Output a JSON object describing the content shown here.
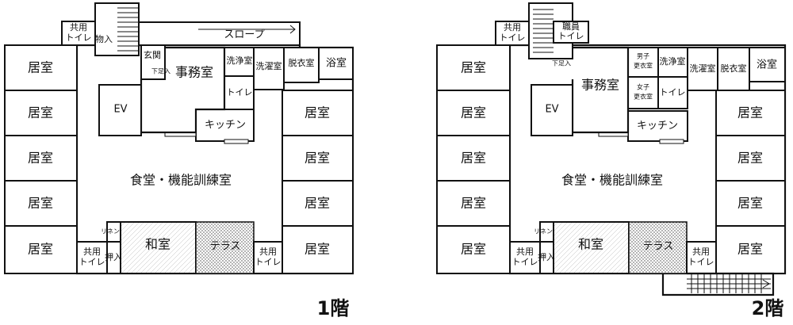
{
  "floor1": {
    "title": "1階",
    "rooms": {
      "kyoshitsu": "居室",
      "shokudo": "食堂・機能訓練室",
      "jimushitsu": "事務室",
      "senjoshitsu": "洗浄室",
      "sentakushitsu": "洗濯室",
      "datsuishitsu": "脱衣室",
      "yokushitsu": "浴室",
      "toilet": "トイレ",
      "kitchen": "キッチン",
      "ev": "EV",
      "washitsu": "和室",
      "terrace": "テラス",
      "oshiire": "押入",
      "linen": "リネン庫",
      "monoire": "物入",
      "genkan": "玄関",
      "kyoyo_toilet_1": "共用",
      "kyoyo_toilet_2": "トイレ",
      "slope": "スロープ",
      "down": "下足入"
    }
  },
  "floor2": {
    "title": "2階",
    "rooms": {
      "kyoshitsu": "居室",
      "shokudo": "食堂・機能訓練室",
      "jimushitsu": "事務室",
      "senjoshitsu": "洗浄室",
      "sentakushitsu": "洗濯室",
      "datsuishitsu": "脱衣室",
      "yokushitsu": "浴室",
      "toilet": "トイレ",
      "kitchen": "キッチン",
      "ev": "EV",
      "washitsu": "和室",
      "terrace": "テラス",
      "oshiire": "押入",
      "linen": "リネン庫",
      "shokuin_1": "職員",
      "shokuin_2": "トイレ",
      "danshi_1": "男子",
      "danshi_2": "更衣室",
      "joshi_1": "女子",
      "joshi_2": "更衣室",
      "kyoyo_toilet_1": "共用",
      "kyoyo_toilet_2": "トイレ",
      "down": "下足入"
    }
  }
}
